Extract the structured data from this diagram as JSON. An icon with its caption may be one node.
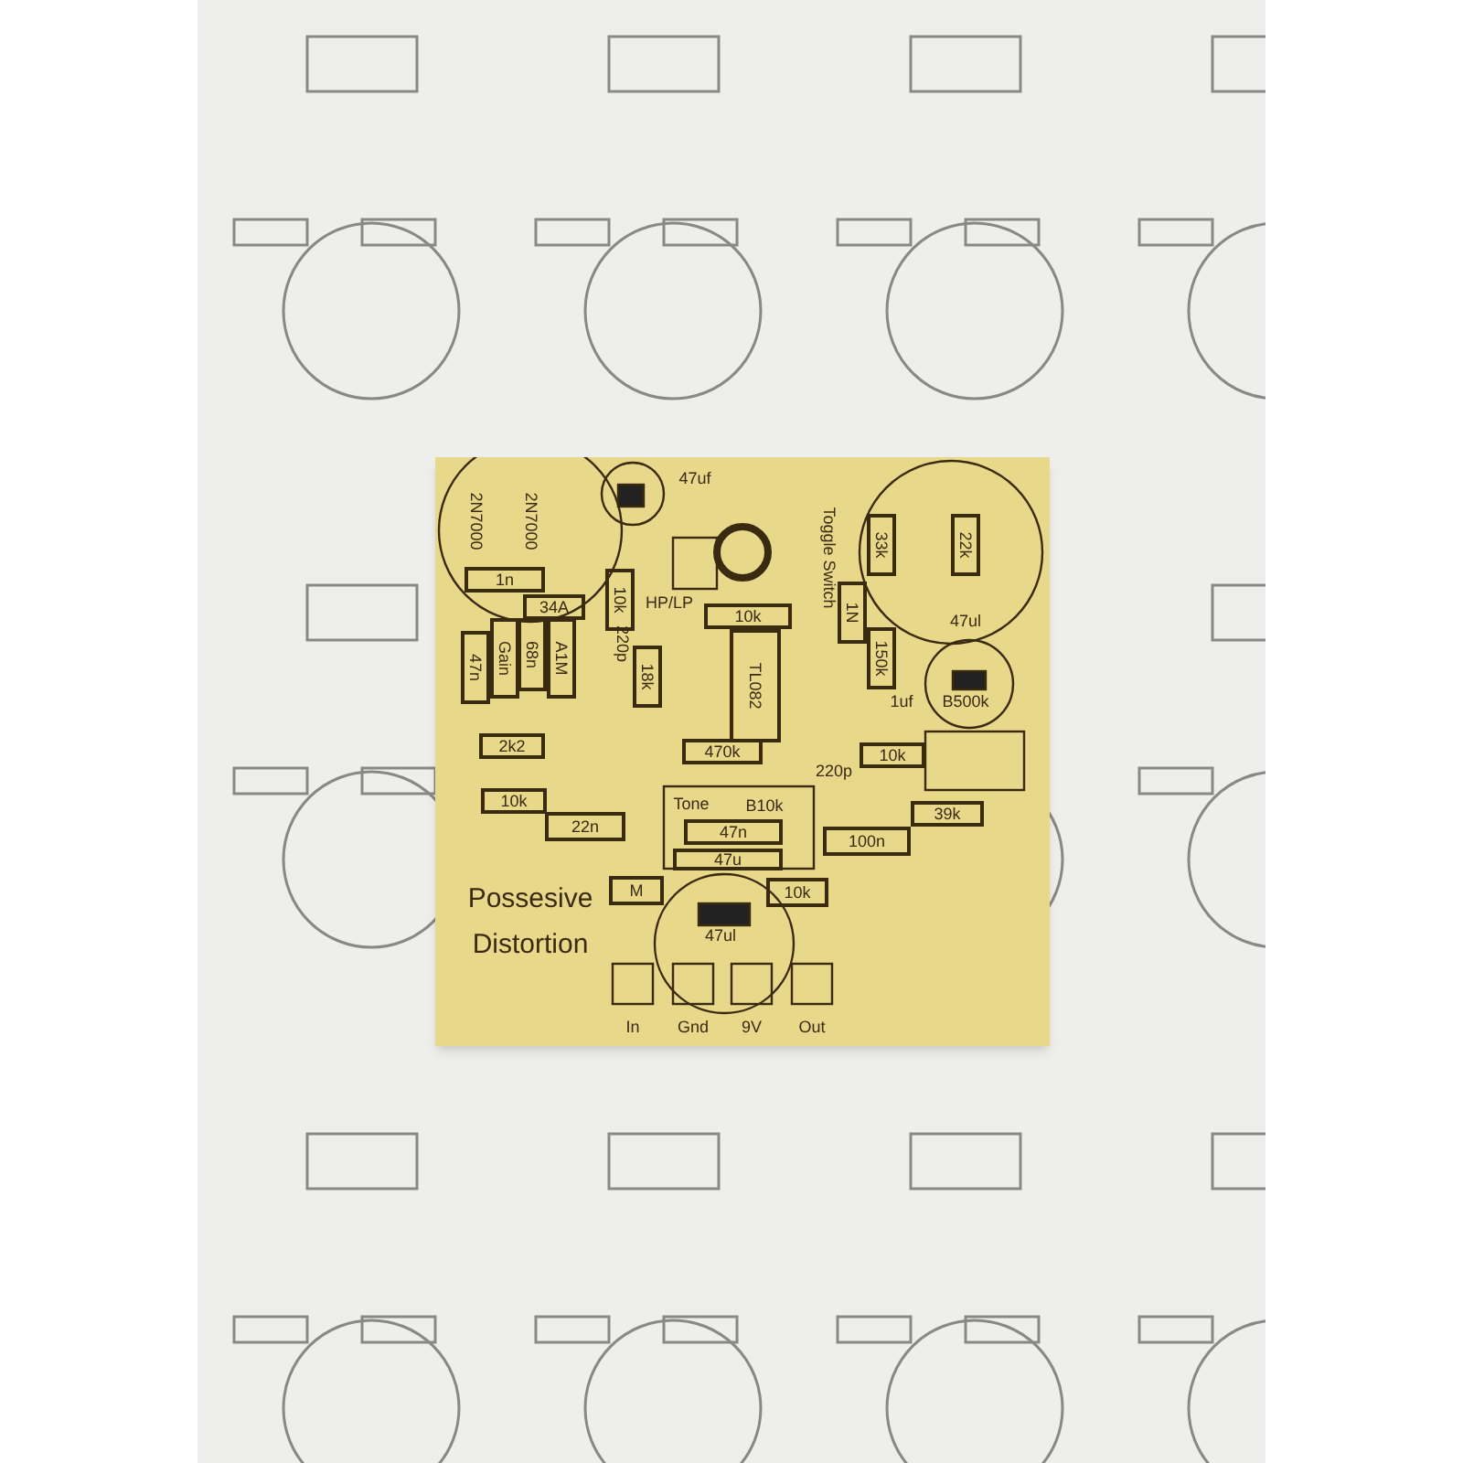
{
  "diagram": {
    "labels": [
      "2N7000",
      "2N7000",
      "47uf",
      "1n",
      "34A",
      "10k",
      "HP/LP",
      "47n",
      "Gain",
      "68n",
      "A1M",
      "220p",
      "18k",
      "10k",
      "TL082",
      "Toggle Switch",
      "1N",
      "33k",
      "22k",
      "47ul",
      "150k",
      "1uf",
      "B500k",
      "2k2",
      "470k",
      "220p",
      "10k",
      "10k",
      "Tone",
      "B10k",
      "22n",
      "47n",
      "39k",
      "100n",
      "47u",
      "M",
      "10k",
      "Possesive",
      "Distortion",
      "47ul",
      "In",
      "Gnd",
      "9V",
      "Out"
    ]
  }
}
